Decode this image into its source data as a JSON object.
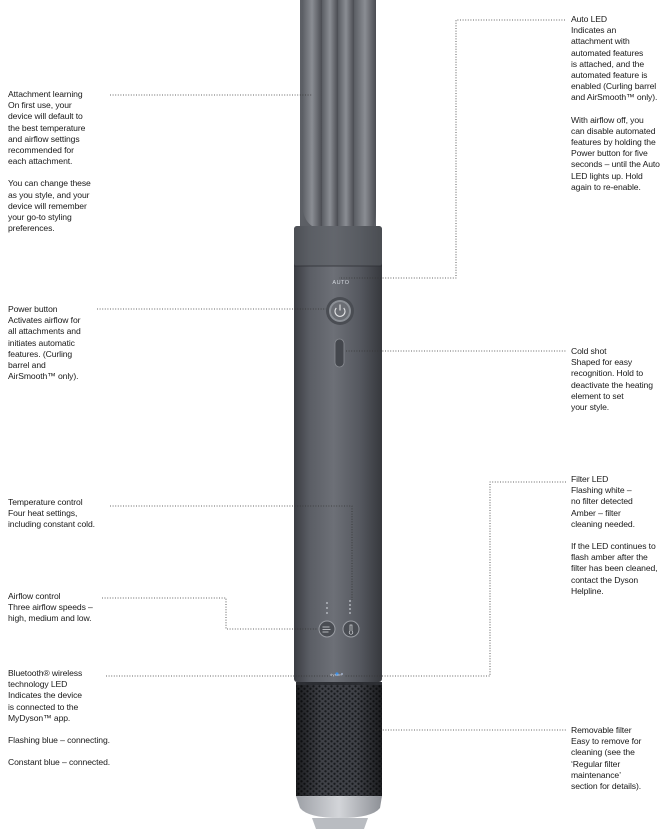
{
  "callouts": {
    "attachment_learning": {
      "title": "Attachment learning",
      "paragraphs": [
        "On first use, your\ndevice will default to\nthe best temperature\nand airflow settings\nrecommended for\neach attachment.",
        "You can change these\nas you style, and your\ndevice will remember\nyour go-to styling\npreferences."
      ]
    },
    "power_button": {
      "title": "Power button",
      "paragraphs": [
        "Activates airflow for\nall attachments and\ninitiates automatic\nfeatures. (Curling\nbarrel and\nAirSmooth™ only)."
      ]
    },
    "temperature_control": {
      "title": "Temperature control",
      "paragraphs": [
        "Four heat settings,\nincluding constant cold."
      ]
    },
    "airflow_control": {
      "title": "Airflow control",
      "paragraphs": [
        "Three airflow speeds –\nhigh, medium and low."
      ]
    },
    "bluetooth_led": {
      "title": "Bluetooth® wireless\ntechnology LED",
      "paragraphs": [
        "Indicates the device\nis connected to the\nMyDyson™ app.",
        "Flashing blue – connecting.",
        "Constant blue – connected."
      ]
    },
    "auto_led": {
      "title": "Auto LED",
      "paragraphs": [
        "Indicates an\nattachment with\nautomated features\nis attached, and the\nautomated feature is\nenabled (Curling barrel\nand AirSmooth™ only).",
        "With airflow off, you\ncan disable automated\nfeatures by holding the\nPower button for five\nseconds – until the Auto\nLED lights up. Hold\nagain to re-enable."
      ]
    },
    "cold_shot": {
      "title": "Cold shot",
      "paragraphs": [
        "Shaped for easy\nrecognition. Hold to\ndeactivate the heating\nelement to set\nyour style."
      ]
    },
    "filter_led": {
      "title": "Filter LED",
      "paragraphs": [
        "Flashing white –\nno filter detected\nAmber – filter\ncleaning needed.",
        "If the LED continues to\nflash amber after the\nfilter has been cleaned,\ncontact the Dyson\nHelpline."
      ]
    },
    "removable_filter": {
      "title": "Removable filter",
      "paragraphs": [
        "Easy to remove for\ncleaning (see the\n‘Regular filter\nmaintenance’\nsection for details)."
      ]
    }
  },
  "device": {
    "auto_label": "AUTO",
    "brand_mark": "dyson"
  },
  "colors": {
    "body": "#55585f",
    "body_dark": "#3b3d43",
    "leader": "#333333",
    "bluetooth_led": "#3a8ee6"
  }
}
